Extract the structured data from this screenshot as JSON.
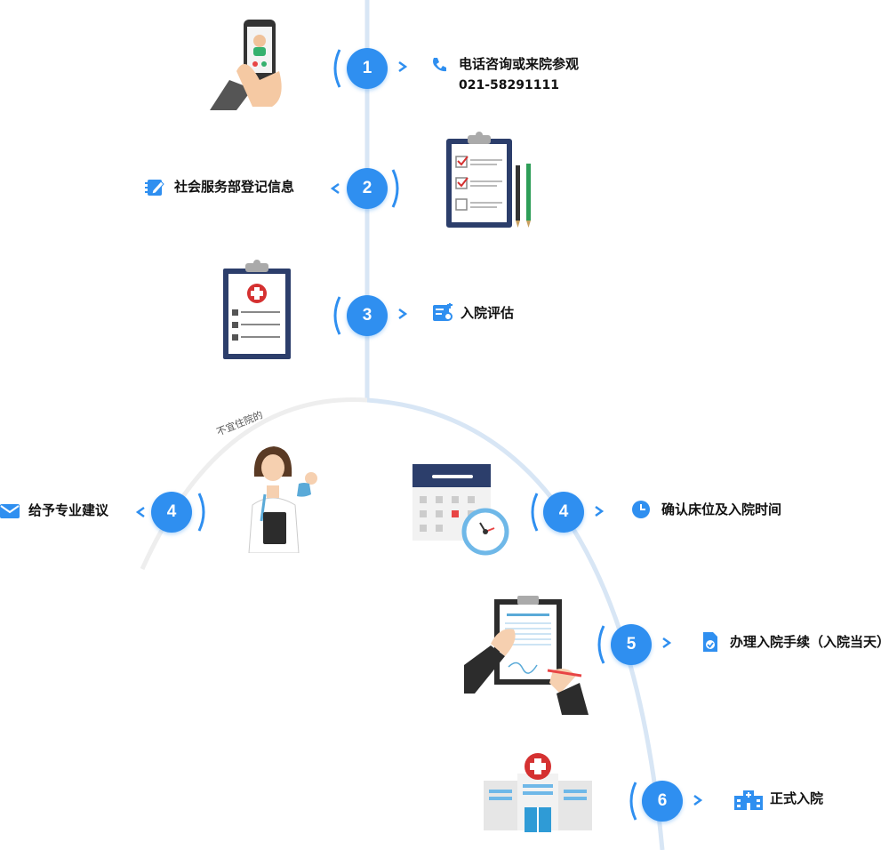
{
  "steps": [
    {
      "num": "1",
      "label": "电话咨询或来院参观",
      "sub": "021-58291111"
    },
    {
      "num": "2",
      "label": "社会服务部登记信息"
    },
    {
      "num": "3",
      "label": "入院评估"
    },
    {
      "num": "4",
      "label": "给予专业建议"
    },
    {
      "num": "4",
      "label": "确认床位及入院时间"
    },
    {
      "num": "5",
      "label": "办理入院手续（入院当天）"
    },
    {
      "num": "6",
      "label": "正式入院"
    }
  ],
  "branch_note": "不宜住院的",
  "colors": {
    "accent": "#2f8ff0",
    "line": "#dde9f7",
    "line_gray": "#eeeeee"
  }
}
